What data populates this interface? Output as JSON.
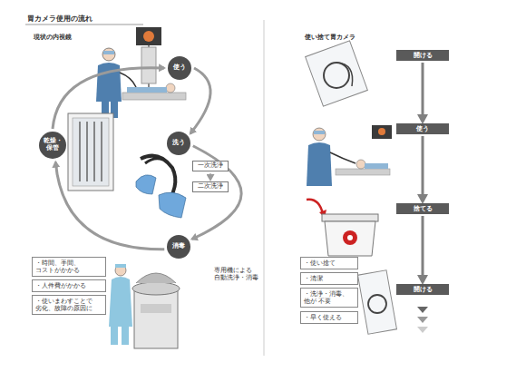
{
  "diagram": {
    "title": "胃カメラ使用の流れ",
    "nodes": [
      {
        "text": [
          "使う"
        ]
      },
      {
        "text": [
          "洗う"
        ]
      },
      {
        "text": [
          "一次洗浄"
        ]
      },
      {
        "text": [
          "二次洗浄"
        ]
      },
      {
        "text": [
          "消毒"
        ]
      },
      {
        "text": [
          "乾燥・ 保管"
        ]
      },
      {
        "text": [
          "・時間、手間、 コストがかかる"
        ]
      },
      {
        "text": [
          "・人件費がかかる"
        ]
      },
      {
        "text": [
          "・使いまわすことで 劣化、故障の原因に"
        ]
      },
      {
        "text": [
          "開ける"
        ]
      },
      {
        "text": [
          "使う"
        ]
      },
      {
        "text": [
          "捨てる"
        ]
      },
      {
        "text": [
          "開ける"
        ]
      },
      {
        "text": [
          "・使い捨て"
        ]
      },
      {
        "text": [
          "・清潔"
        ]
      },
      {
        "text": [
          "・洗浄・消毒、他が 不要"
        ]
      },
      {
        "text": [
          "・早く使える"
        ]
      }
    ],
    "edges": [
      {
        "from": 0,
        "to": 1,
        "arrow": "to"
      },
      {
        "from": 1,
        "to": 4,
        "arrow": "to"
      },
      {
        "from": 4,
        "to": 5,
        "arrow": "to"
      },
      {
        "from": 5,
        "to": 0,
        "arrow": "to"
      },
      {
        "from": 2,
        "to": 3,
        "arrow": "to"
      },
      {
        "from": 9,
        "to": 10,
        "arrow": "to"
      },
      {
        "from": 10,
        "to": 11,
        "arrow": "to"
      },
      {
        "from": 11,
        "to": 12,
        "arrow": "to"
      }
    ],
    "labels": [
      "現状の内視鏡",
      "使い捨て胃カメラ",
      "専用機による 自動洗浄・消毒"
    ]
  }
}
